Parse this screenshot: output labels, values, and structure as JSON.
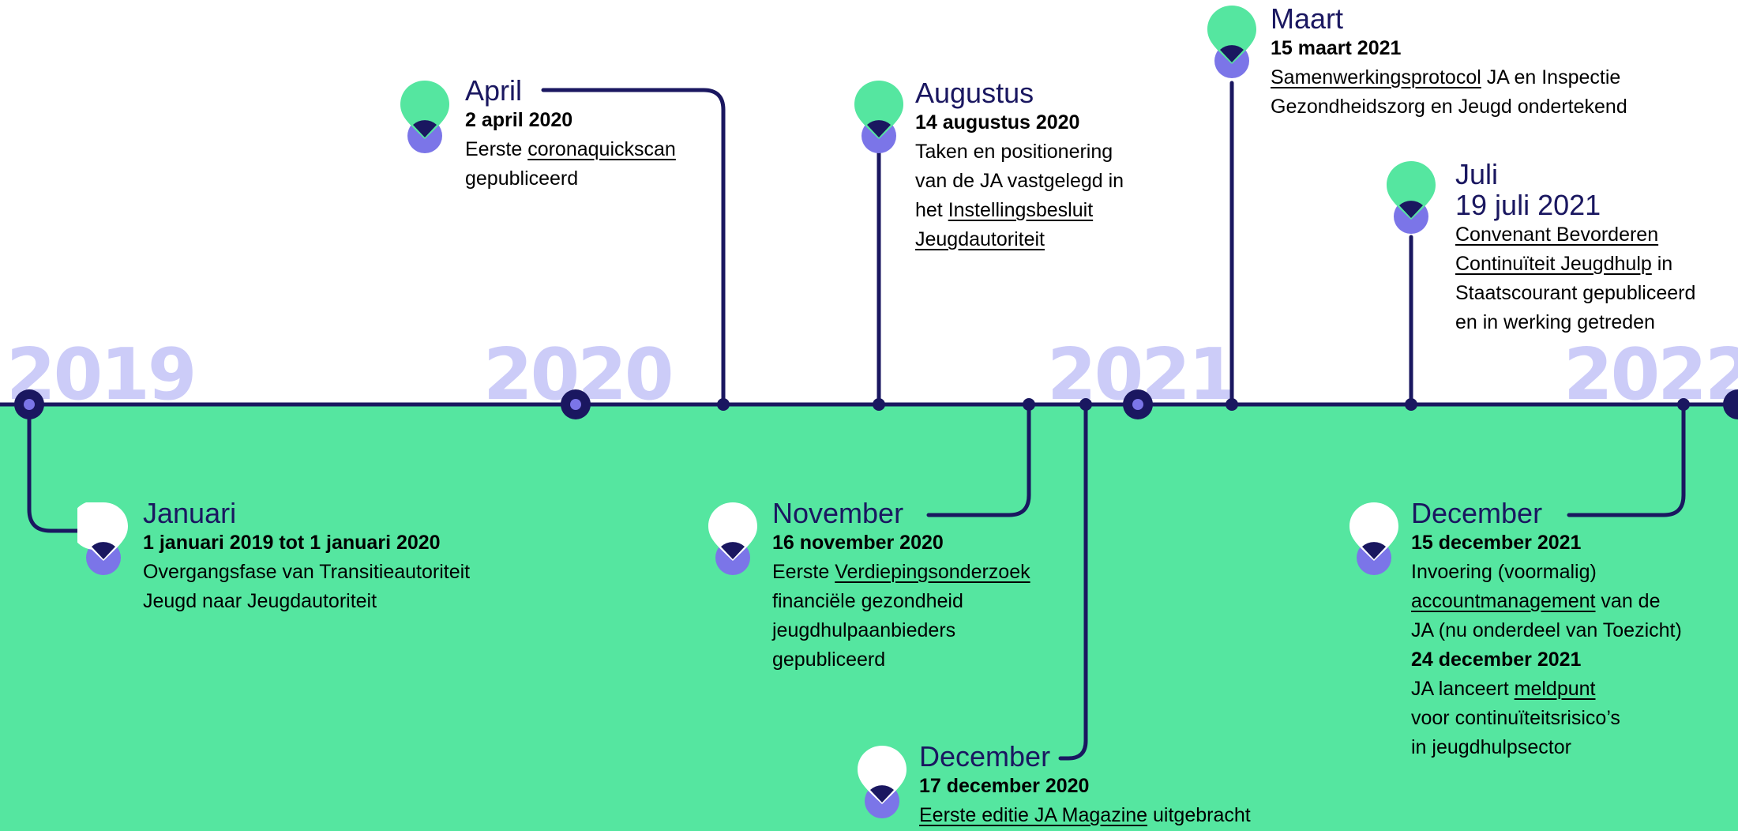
{
  "colors": {
    "navy": "#1a1760",
    "green": "#55e6a0",
    "purple": "#7b75e8",
    "year_label": "#ccccf8"
  },
  "years": [
    "2019",
    "2020",
    "2021",
    "2022"
  ],
  "events": {
    "jan2019": {
      "month": "Januari",
      "date": "1 januari 2019 tot 1 januari 2020",
      "l1": "Overgangsfase van Transitieautoriteit",
      "l2": "Jeugd naar Jeugdautoriteit"
    },
    "apr2020": {
      "month": "April",
      "date": "2 april 2020",
      "l1a": "Eerste ",
      "l1link": "coronaquickscan",
      "l2": "gepubliceerd"
    },
    "aug2020": {
      "month": "Augustus",
      "date": "14 augustus 2020",
      "l1": "Taken en positionering",
      "l2": "van de JA vastgelegd in",
      "l3a": "het ",
      "l3link": "Instellingsbesluit ",
      "l4link": "Jeugdautoriteit"
    },
    "nov2020": {
      "month": "November",
      "date": "16 november 2020",
      "l1a": "Eerste ",
      "l1link": "Verdiepingsonderzoek",
      "l2": "financiële gezondheid",
      "l3": "jeugdhulpaanbieders",
      "l4": "gepubliceerd"
    },
    "dec2020": {
      "month": "December",
      "date": "17 december 2020",
      "l1link": "Eerste editie JA Magazine",
      "l1b": " uitgebracht"
    },
    "mar2021": {
      "month": "Maart",
      "date": "15 maart 2021",
      "l1link": "Samenwerkingsprotocol",
      "l1b": " JA en Inspectie",
      "l2": "Gezondheidszorg en Jeugd ondertekend"
    },
    "jul2021": {
      "month": "Juli",
      "date": "19 juli 2021",
      "l1link": "Convenant Bevorderen ",
      "l2link": "Continuïteit Jeugdhulp",
      "l2b": " in",
      "l3": "Staatscourant gepubliceerd",
      "l4": "en in werking getreden"
    },
    "dec2021": {
      "month": "December",
      "date": "15 december 2021",
      "l1": "Invoering (voormalig)",
      "l2link": "accountmanagement",
      "l2b": " van de",
      "l3": "JA (nu onderdeel van Toezicht)",
      "date2": "24 december 2021",
      "l4a": "JA lanceert ",
      "l4link": "meldpunt",
      "l5": "voor continuïteitsrisico’s",
      "l6": "in jeugdhulpsector"
    }
  }
}
